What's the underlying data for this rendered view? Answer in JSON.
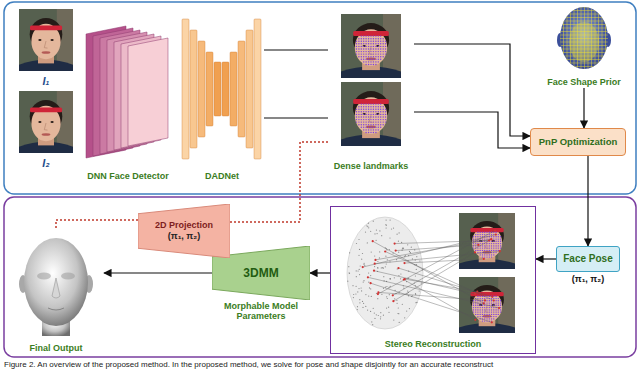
{
  "diagram": {
    "caption": "Figure 2. An overview of the proposed method. In the proposed method, we solve for pose and shape disjointly for an accurate reconstruct",
    "nodes": [
      {
        "text": [
          "I₁"
        ]
      },
      {
        "text": [
          "I₂"
        ]
      },
      {
        "text": [
          "DNN Face Detector"
        ]
      },
      {
        "text": [
          "DADNet"
        ]
      },
      {
        "text": [
          "Dense landmarks"
        ]
      },
      {
        "text": [
          "Face Shape Prior"
        ]
      },
      {
        "text": [
          "PnP Optimization"
        ]
      },
      {
        "text": [
          "Face Pose",
          "(π₁, π₂)"
        ]
      },
      {
        "text": [
          "Stereo Reconstruction"
        ]
      },
      {
        "text": [
          "3DMM",
          "Morphable Model Parameters"
        ]
      },
      {
        "text": [
          "2D Projection",
          "(π₁, π₂)"
        ]
      },
      {
        "text": [
          "Final Output"
        ]
      }
    ],
    "edges": [
      {
        "from": 3,
        "to": 4,
        "arrow": "none"
      },
      {
        "from": 3,
        "to": 4,
        "arrow": "none"
      },
      {
        "from": 4,
        "to": 6,
        "arrow": "to"
      },
      {
        "from": 4,
        "to": 6,
        "arrow": "to"
      },
      {
        "from": 5,
        "to": 6,
        "arrow": "to"
      },
      {
        "from": 6,
        "to": 7,
        "arrow": "to"
      },
      {
        "from": 7,
        "to": 8,
        "arrow": "to"
      },
      {
        "from": 8,
        "to": 9,
        "arrow": "to"
      },
      {
        "from": 9,
        "to": 11,
        "arrow": "to"
      },
      {
        "from": 4,
        "to": 10,
        "arrow": "none"
      },
      {
        "from": 10,
        "to": 11,
        "arrow": "none"
      }
    ]
  }
}
